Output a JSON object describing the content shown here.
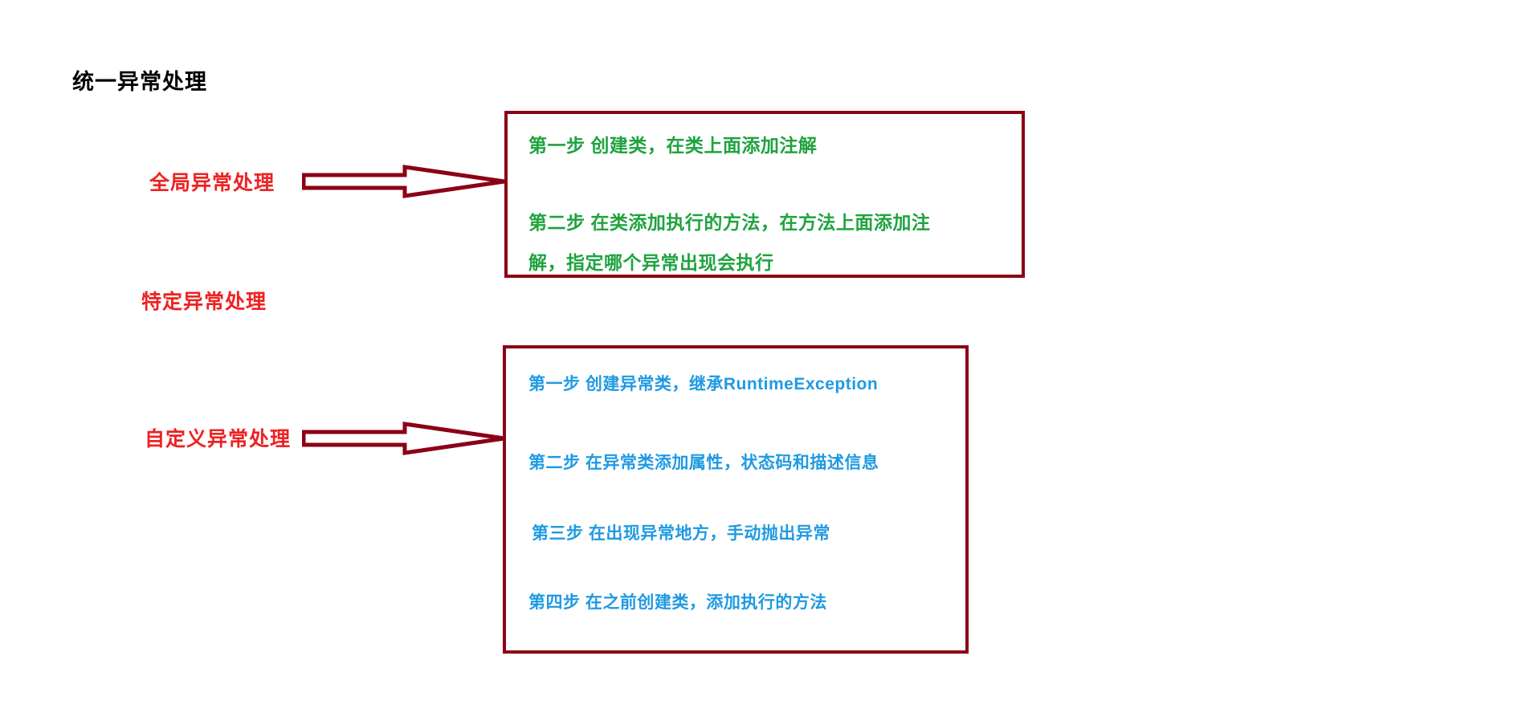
{
  "page": {
    "title": "统一异常处理",
    "background_color": "#ffffff"
  },
  "colors": {
    "title_text": "#000000",
    "label_red": "#ee2222",
    "box_border": "#8b0016",
    "arrow_outline": "#8b0016",
    "step_green": "#1fa33f",
    "step_blue": "#1e9ae2"
  },
  "labels": {
    "global": "全局异常处理",
    "specific": "特定异常处理",
    "custom": "自定义异常处理"
  },
  "arrows": {
    "global_arrow": "right-arrow-outline",
    "custom_arrow": "right-arrow-outline"
  },
  "global_box": {
    "steps": [
      "第一步 创建类，在类上面添加注解",
      "第二步 在类添加执行的方法，在方法上面添加注",
      "解，指定哪个异常出现会执行"
    ]
  },
  "custom_box": {
    "steps": [
      "第一步 创建异常类，继承RuntimeException",
      "第二步 在异常类添加属性，状态码和描述信息",
      "第三步 在出现异常地方，手动抛出异常",
      "第四步 在之前创建类，添加执行的方法"
    ]
  }
}
